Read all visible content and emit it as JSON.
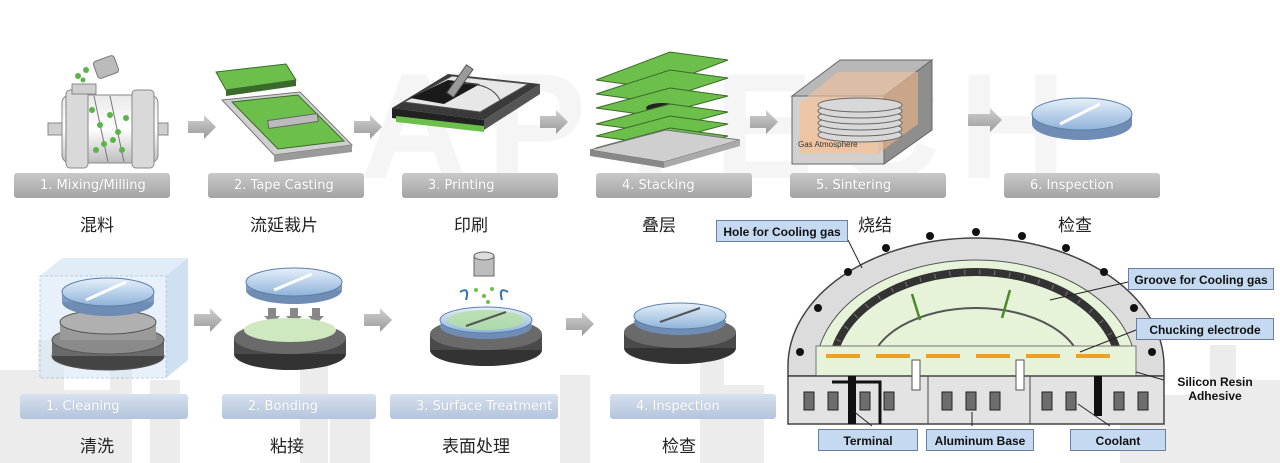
{
  "watermark": "APTECH",
  "process_top": [
    {
      "label": "1. Mixing/Milling",
      "zh": "混料"
    },
    {
      "label": "2. Tape Casting",
      "zh": "流延裁片"
    },
    {
      "label": "3. Printing",
      "zh": "印刷"
    },
    {
      "label": "4. Stacking",
      "zh": "叠层"
    },
    {
      "label": "5. Sintering",
      "zh": "烧结"
    },
    {
      "label": "6. Inspection",
      "zh": "检查"
    }
  ],
  "process_bottom": [
    {
      "label": "1. Cleaning",
      "zh": "清洗"
    },
    {
      "label": "2. Bonding",
      "zh": "粘接"
    },
    {
      "label": "3. Surface Treatment",
      "zh": "表面处理"
    },
    {
      "label": "4. Inspection",
      "zh": "检查"
    }
  ],
  "sintering_atmosphere": "Gas Atmosphere",
  "chuck": {
    "hole_for_cooling_gas": "Hole for Cooling gas",
    "groove_for_cooling_gas": "Groove for Cooling gas",
    "chucking_electrode": "Chucking electrode",
    "silicon_resin_adhesive_1": "Silicon Resin",
    "silicon_resin_adhesive_2": "Adhesive",
    "terminal": "Terminal",
    "aluminum_base": "Aluminum Base",
    "coolant": "Coolant"
  },
  "colors": {
    "green_sheet": "#6cbf4a",
    "label_gray": "#b0b0b0",
    "label_blue": "#c5d9f1",
    "electrode": "#f0a020",
    "ceramic_blue": "#9fc4e6"
  }
}
